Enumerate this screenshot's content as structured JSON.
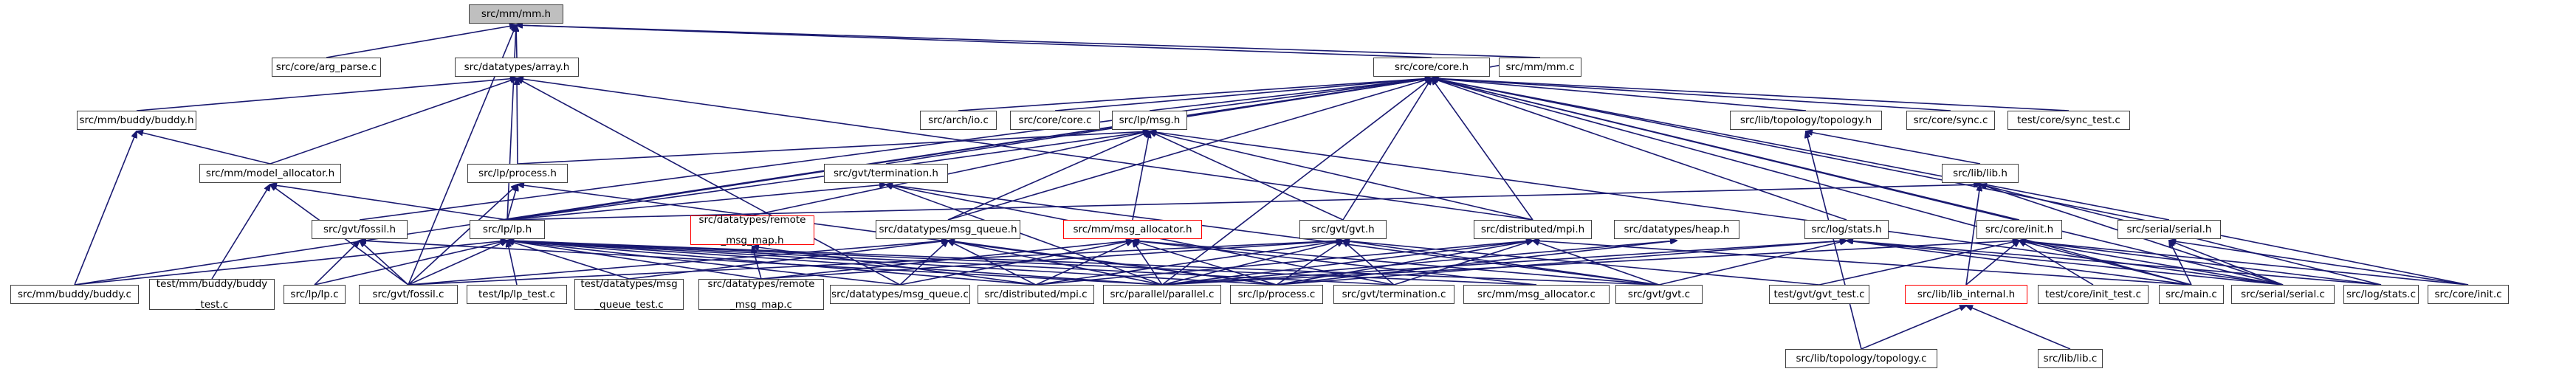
{
  "graph": {
    "title": "",
    "edge_color": "#191970",
    "root_fill": "#bfbfbf",
    "truncated_border": "#ff0000",
    "nodes": [
      {
        "id": "mm_h",
        "label": "src/mm/mm.h",
        "style": "root"
      },
      {
        "id": "arg_parse_c",
        "label": "src/core/arg_parse.c"
      },
      {
        "id": "array_h",
        "label": "src/datatypes/array.h"
      },
      {
        "id": "core_h",
        "label": "src/core/core.h"
      },
      {
        "id": "mm_c",
        "label": "src/mm/mm.c"
      },
      {
        "id": "buddy_h",
        "label": "src/mm/buddy/buddy.h"
      },
      {
        "id": "arch_io_c",
        "label": "src/arch/io.c"
      },
      {
        "id": "core_c",
        "label": "src/core/core.c"
      },
      {
        "id": "msg_h",
        "label": "src/lp/msg.h"
      },
      {
        "id": "topology_h",
        "label": "src/lib/topology/topology.h"
      },
      {
        "id": "sync_c",
        "label": "src/core/sync.c"
      },
      {
        "id": "sync_test_c",
        "label": "test/core/sync_test.c"
      },
      {
        "id": "model_alloc_h",
        "label": "src/mm/model_allocator.h"
      },
      {
        "id": "process_h",
        "label": "src/lp/process.h"
      },
      {
        "id": "termination_h",
        "label": "src/gvt/termination.h"
      },
      {
        "id": "lib_h",
        "label": "src/lib/lib.h"
      },
      {
        "id": "fossil_h",
        "label": "src/gvt/fossil.h"
      },
      {
        "id": "lp_h",
        "label": "src/lp/lp.h"
      },
      {
        "id": "remote_msg_map_h",
        "label": "src/datatypes/remote\n_msg_map.h",
        "style": "truncated"
      },
      {
        "id": "msg_queue_h",
        "label": "src/datatypes/msg_queue.h"
      },
      {
        "id": "msg_allocator_h",
        "label": "src/mm/msg_allocator.h",
        "style": "truncated"
      },
      {
        "id": "gvt_h",
        "label": "src/gvt/gvt.h"
      },
      {
        "id": "mpi_h",
        "label": "src/distributed/mpi.h"
      },
      {
        "id": "heap_h",
        "label": "src/datatypes/heap.h"
      },
      {
        "id": "stats_h",
        "label": "src/log/stats.h"
      },
      {
        "id": "init_h",
        "label": "src/core/init.h"
      },
      {
        "id": "serial_h",
        "label": "src/serial/serial.h"
      },
      {
        "id": "buddy_c",
        "label": "src/mm/buddy/buddy.c"
      },
      {
        "id": "buddy_test_c",
        "label": "test/mm/buddy/buddy\n_test.c"
      },
      {
        "id": "lp_c",
        "label": "src/lp/lp.c"
      },
      {
        "id": "fossil_c",
        "label": "src/gvt/fossil.c"
      },
      {
        "id": "lp_test_c",
        "label": "test/lp/lp_test.c"
      },
      {
        "id": "msg_queue_test_c",
        "label": "test/datatypes/msg\n_queue_test.c"
      },
      {
        "id": "remote_msg_map_c",
        "label": "src/datatypes/remote\n_msg_map.c"
      },
      {
        "id": "msg_queue_c",
        "label": "src/datatypes/msg_queue.c"
      },
      {
        "id": "mpi_c",
        "label": "src/distributed/mpi.c"
      },
      {
        "id": "parallel_c",
        "label": "src/parallel/parallel.c"
      },
      {
        "id": "process_c",
        "label": "src/lp/process.c"
      },
      {
        "id": "termination_c",
        "label": "src/gvt/termination.c"
      },
      {
        "id": "msg_allocator_c",
        "label": "src/mm/msg_allocator.c"
      },
      {
        "id": "gvt_c",
        "label": "src/gvt/gvt.c"
      },
      {
        "id": "gvt_test_c",
        "label": "test/gvt/gvt_test.c"
      },
      {
        "id": "lib_internal_h",
        "label": "src/lib/lib_internal.h",
        "style": "truncated"
      },
      {
        "id": "init_test_c",
        "label": "test/core/init_test.c"
      },
      {
        "id": "main_c",
        "label": "src/main.c"
      },
      {
        "id": "serial_c",
        "label": "src/serial/serial.c"
      },
      {
        "id": "stats_c",
        "label": "src/log/stats.c"
      },
      {
        "id": "init_c",
        "label": "src/core/init.c"
      },
      {
        "id": "topology_c",
        "label": "src/lib/topology/topology.c"
      },
      {
        "id": "lib_c",
        "label": "src/lib/lib.c"
      }
    ],
    "edges": [
      [
        "arg_parse_c",
        "mm_h"
      ],
      [
        "array_h",
        "mm_h"
      ],
      [
        "core_h",
        "mm_h"
      ],
      [
        "mm_c",
        "mm_h"
      ],
      [
        "fossil_c",
        "mm_h"
      ],
      [
        "lp_h",
        "mm_h"
      ],
      [
        "buddy_h",
        "array_h"
      ],
      [
        "model_alloc_h",
        "array_h"
      ],
      [
        "process_h",
        "array_h"
      ],
      [
        "msg_queue_c",
        "array_h"
      ],
      [
        "mpi_h",
        "array_h"
      ],
      [
        "mm_c",
        "core_h"
      ],
      [
        "arch_io_c",
        "core_h"
      ],
      [
        "core_c",
        "core_h"
      ],
      [
        "msg_h",
        "core_h"
      ],
      [
        "topology_h",
        "core_h"
      ],
      [
        "sync_c",
        "core_h"
      ],
      [
        "sync_test_c",
        "core_h"
      ],
      [
        "termination_h",
        "core_h"
      ],
      [
        "fossil_h",
        "core_h"
      ],
      [
        "msg_queue_h",
        "core_h"
      ],
      [
        "gvt_h",
        "core_h"
      ],
      [
        "stats_h",
        "core_h"
      ],
      [
        "init_h",
        "core_h"
      ],
      [
        "serial_h",
        "core_h"
      ],
      [
        "main_c",
        "core_h"
      ],
      [
        "serial_c",
        "core_h"
      ],
      [
        "init_c",
        "core_h"
      ],
      [
        "buddy_c",
        "core_h"
      ],
      [
        "parallel_c",
        "core_h"
      ],
      [
        "lp_h",
        "core_h"
      ],
      [
        "mpi_h",
        "core_h"
      ],
      [
        "buddy_c",
        "buddy_h"
      ],
      [
        "model_alloc_h",
        "buddy_h"
      ],
      [
        "process_h",
        "msg_h"
      ],
      [
        "lp_h",
        "msg_h"
      ],
      [
        "remote_msg_map_h",
        "msg_h"
      ],
      [
        "msg_queue_h",
        "msg_h"
      ],
      [
        "msg_allocator_h",
        "msg_h"
      ],
      [
        "gvt_h",
        "msg_h"
      ],
      [
        "mpi_h",
        "msg_h"
      ],
      [
        "serial_c",
        "msg_h"
      ],
      [
        "lib_h",
        "topology_h"
      ],
      [
        "topology_c",
        "topology_h"
      ],
      [
        "buddy_test_c",
        "model_alloc_h"
      ],
      [
        "lp_h",
        "model_alloc_h"
      ],
      [
        "fossil_c",
        "model_alloc_h"
      ],
      [
        "lp_h",
        "process_h"
      ],
      [
        "fossil_c",
        "process_h"
      ],
      [
        "process_c",
        "process_h"
      ],
      [
        "lp_h",
        "termination_h"
      ],
      [
        "parallel_c",
        "termination_h"
      ],
      [
        "termination_c",
        "termination_h"
      ],
      [
        "gvt_c",
        "termination_h"
      ],
      [
        "lp_h",
        "lib_h"
      ],
      [
        "lib_internal_h",
        "lib_h"
      ],
      [
        "serial_c",
        "lib_h"
      ],
      [
        "stats_c",
        "lib_h"
      ],
      [
        "fossil_c",
        "fossil_h"
      ],
      [
        "lp_c",
        "fossil_h"
      ],
      [
        "parallel_c",
        "fossil_h"
      ],
      [
        "buddy_c",
        "lp_h"
      ],
      [
        "lp_c",
        "lp_h"
      ],
      [
        "fossil_c",
        "lp_h"
      ],
      [
        "lp_test_c",
        "lp_h"
      ],
      [
        "msg_queue_test_c",
        "lp_h"
      ],
      [
        "remote_msg_map_c",
        "lp_h"
      ],
      [
        "msg_queue_c",
        "lp_h"
      ],
      [
        "mpi_c",
        "lp_h"
      ],
      [
        "parallel_c",
        "lp_h"
      ],
      [
        "process_c",
        "lp_h"
      ],
      [
        "termination_c",
        "lp_h"
      ],
      [
        "msg_allocator_c",
        "lp_h"
      ],
      [
        "gvt_c",
        "lp_h"
      ],
      [
        "remote_msg_map_c",
        "remote_msg_map_h"
      ],
      [
        "mpi_c",
        "remote_msg_map_h"
      ],
      [
        "msg_queue_test_c",
        "msg_queue_h"
      ],
      [
        "msg_queue_c",
        "msg_queue_h"
      ],
      [
        "mpi_c",
        "msg_queue_h"
      ],
      [
        "parallel_c",
        "msg_queue_h"
      ],
      [
        "process_c",
        "msg_queue_h"
      ],
      [
        "fossil_c",
        "msg_queue_h"
      ],
      [
        "remote_msg_map_c",
        "msg_allocator_h"
      ],
      [
        "msg_queue_c",
        "msg_allocator_h"
      ],
      [
        "mpi_c",
        "msg_allocator_h"
      ],
      [
        "parallel_c",
        "msg_allocator_h"
      ],
      [
        "process_c",
        "msg_allocator_h"
      ],
      [
        "msg_allocator_c",
        "msg_allocator_h"
      ],
      [
        "gvt_c",
        "msg_allocator_h"
      ],
      [
        "fossil_c",
        "gvt_h"
      ],
      [
        "mpi_c",
        "gvt_h"
      ],
      [
        "parallel_c",
        "gvt_h"
      ],
      [
        "process_c",
        "gvt_h"
      ],
      [
        "termination_c",
        "gvt_h"
      ],
      [
        "gvt_c",
        "gvt_h"
      ],
      [
        "gvt_test_c",
        "gvt_h"
      ],
      [
        "remote_msg_map_c",
        "gvt_h"
      ],
      [
        "mpi_c",
        "mpi_h"
      ],
      [
        "parallel_c",
        "mpi_h"
      ],
      [
        "process_c",
        "mpi_h"
      ],
      [
        "termination_c",
        "mpi_h"
      ],
      [
        "gvt_c",
        "mpi_h"
      ],
      [
        "main_c",
        "mpi_h"
      ],
      [
        "process_c",
        "heap_h"
      ],
      [
        "parallel_c",
        "heap_h"
      ],
      [
        "parallel_c",
        "stats_h"
      ],
      [
        "process_c",
        "stats_h"
      ],
      [
        "gvt_c",
        "stats_h"
      ],
      [
        "main_c",
        "stats_h"
      ],
      [
        "serial_c",
        "stats_h"
      ],
      [
        "stats_c",
        "stats_h"
      ],
      [
        "lib_internal_h",
        "init_h"
      ],
      [
        "init_test_c",
        "init_h"
      ],
      [
        "main_c",
        "init_h"
      ],
      [
        "serial_c",
        "init_h"
      ],
      [
        "stats_c",
        "init_h"
      ],
      [
        "init_c",
        "init_h"
      ],
      [
        "parallel_c",
        "init_h"
      ],
      [
        "gvt_test_c",
        "init_h"
      ],
      [
        "serial_c",
        "serial_h"
      ],
      [
        "main_c",
        "serial_h"
      ],
      [
        "init_c",
        "serial_h"
      ],
      [
        "topology_c",
        "lib_internal_h"
      ],
      [
        "lib_c",
        "lib_internal_h"
      ]
    ]
  }
}
